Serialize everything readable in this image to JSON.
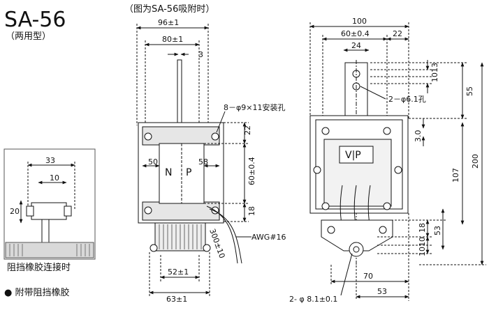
{
  "title": "SA-56",
  "subtitle": "（两用型）",
  "figure_caption": "（图为SA-56吸附时）",
  "inset": {
    "dims": {
      "d33": "33",
      "d10": "10",
      "d20": "20"
    },
    "caption": "阻挡橡胶连接时"
  },
  "note": "● 附带阻挡橡胶",
  "side_view": {
    "dims": {
      "top": "96±1",
      "inner": "80±1",
      "stroke": "3",
      "left_w": "50",
      "right_w": "58",
      "h22": "22",
      "h60": "60±0.4",
      "h18": "18",
      "bottom1": "52±1",
      "bottom2": "63±1",
      "lead_len": "300±10"
    },
    "labels": {
      "mount_holes": "8－φ9×11安装孔",
      "n": "N",
      "p": "P",
      "awg": "AWG#16"
    }
  },
  "front_view": {
    "dims": {
      "d100": "100",
      "d60": "60±0.4",
      "d22": "22",
      "d24": "24",
      "d10": "10",
      "d13": "13",
      "d55": "55",
      "d3": "3.0",
      "d200": "200",
      "d107": "107",
      "d18": "18",
      "d53v": "53",
      "d10b": "10",
      "d10c": "10",
      "d70": "70",
      "d53h": "53"
    },
    "labels": {
      "hole_61": "2－φ6.1孔",
      "vp": "V|P",
      "hole_81": "2- φ 8.1±0.1"
    }
  }
}
